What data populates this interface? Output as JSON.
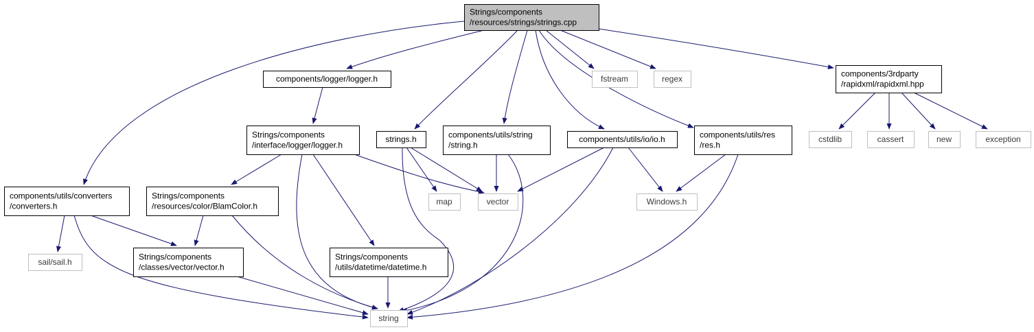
{
  "diagram": {
    "type": "include-dependency-graph",
    "edge_color": "#191970",
    "root_fill": "#bfbfbf",
    "nodes": [
      {
        "id": "root",
        "kind": "main",
        "lines": [
          "Strings/components",
          "/resources/strings/strings.cpp"
        ]
      },
      {
        "id": "converters",
        "kind": "local",
        "lines": [
          "components/utils/converters",
          "/converters.h"
        ]
      },
      {
        "id": "logger",
        "kind": "local",
        "lines": [
          "components/logger/logger.h"
        ]
      },
      {
        "id": "strings_h",
        "kind": "local",
        "lines": [
          "strings.h"
        ]
      },
      {
        "id": "string_h",
        "kind": "local",
        "lines": [
          "components/utils/string",
          "/string.h"
        ]
      },
      {
        "id": "io",
        "kind": "local",
        "lines": [
          "components/utils/io/io.h"
        ]
      },
      {
        "id": "res",
        "kind": "local",
        "lines": [
          "components/utils/res",
          "/res.h"
        ]
      },
      {
        "id": "fstream",
        "kind": "external",
        "lines": [
          "fstream"
        ]
      },
      {
        "id": "regex",
        "kind": "external",
        "lines": [
          "regex"
        ]
      },
      {
        "id": "rapidxml",
        "kind": "local",
        "lines": [
          "components/3rdparty",
          "/rapidxml/rapidxml.hpp"
        ]
      },
      {
        "id": "ilogger",
        "kind": "local",
        "lines": [
          "Strings/components",
          "/interface/logger/logger.h"
        ]
      },
      {
        "id": "cstdlib",
        "kind": "external",
        "lines": [
          "cstdlib"
        ]
      },
      {
        "id": "cassert",
        "kind": "external",
        "lines": [
          "cassert"
        ]
      },
      {
        "id": "new",
        "kind": "external",
        "lines": [
          "new"
        ]
      },
      {
        "id": "exception",
        "kind": "external",
        "lines": [
          "exception"
        ]
      },
      {
        "id": "blamcolor",
        "kind": "local",
        "lines": [
          "Strings/components",
          "/resources/color/BlamColor.h"
        ]
      },
      {
        "id": "map",
        "kind": "external",
        "lines": [
          "map"
        ]
      },
      {
        "id": "vector",
        "kind": "external",
        "lines": [
          "vector"
        ]
      },
      {
        "id": "windows",
        "kind": "external",
        "lines": [
          "Windows.h"
        ]
      },
      {
        "id": "sail",
        "kind": "external",
        "lines": [
          "sail/sail.h"
        ]
      },
      {
        "id": "vector_h",
        "kind": "local",
        "lines": [
          "Strings/components",
          "/classes/vector/vector.h"
        ]
      },
      {
        "id": "datetime",
        "kind": "local",
        "lines": [
          "Strings/components",
          "/utils/datetime/datetime.h"
        ]
      },
      {
        "id": "string",
        "kind": "external",
        "lines": [
          "string"
        ]
      }
    ],
    "edges": [
      [
        "root",
        "converters"
      ],
      [
        "root",
        "logger"
      ],
      [
        "root",
        "strings_h"
      ],
      [
        "root",
        "string_h"
      ],
      [
        "root",
        "io"
      ],
      [
        "root",
        "res"
      ],
      [
        "root",
        "fstream"
      ],
      [
        "root",
        "regex"
      ],
      [
        "root",
        "rapidxml"
      ],
      [
        "logger",
        "ilogger"
      ],
      [
        "rapidxml",
        "cstdlib"
      ],
      [
        "rapidxml",
        "cassert"
      ],
      [
        "rapidxml",
        "new"
      ],
      [
        "rapidxml",
        "exception"
      ],
      [
        "converters",
        "sail"
      ],
      [
        "converters",
        "vector_h"
      ],
      [
        "converters",
        "string"
      ],
      [
        "ilogger",
        "blamcolor"
      ],
      [
        "ilogger",
        "string"
      ],
      [
        "ilogger",
        "datetime"
      ],
      [
        "ilogger",
        "vector"
      ],
      [
        "blamcolor",
        "vector_h"
      ],
      [
        "blamcolor",
        "string"
      ],
      [
        "strings_h",
        "map"
      ],
      [
        "strings_h",
        "vector"
      ],
      [
        "strings_h",
        "string"
      ],
      [
        "string_h",
        "vector"
      ],
      [
        "string_h",
        "string"
      ],
      [
        "io",
        "vector"
      ],
      [
        "io",
        "windows"
      ],
      [
        "io",
        "string"
      ],
      [
        "res",
        "windows"
      ],
      [
        "res",
        "string"
      ],
      [
        "vector_h",
        "string"
      ],
      [
        "datetime",
        "string"
      ]
    ]
  }
}
